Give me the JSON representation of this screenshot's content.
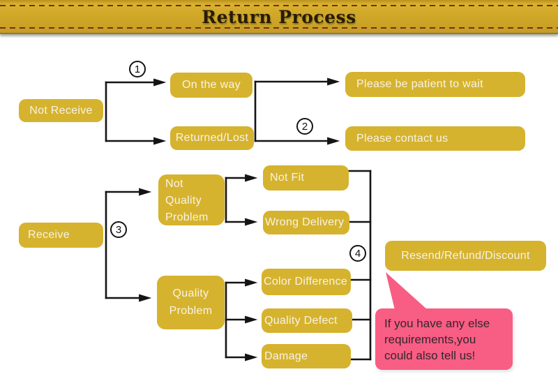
{
  "header": {
    "title": "Return Process"
  },
  "colors": {
    "banner_gold": "#d2a928",
    "box_gold": "#d6b32e",
    "dash_red": "#7c2a16",
    "pink": "#f85d84",
    "line": "#141414",
    "box_text": "#f7f3e6",
    "note_text": "#33262e",
    "title_text": "#2a1a05"
  },
  "nodes": {
    "not_receive": "Not Receive",
    "on_the_way": "On the way",
    "returned_lost": "Returned/Lost",
    "please_wait": "Please be patient to wait",
    "please_contact": "Please contact us",
    "receive": "Receive",
    "not_quality_problem": "Not Quality Problem",
    "not_fit": "Not Fit",
    "wrong_delivery": "Wrong Delivery",
    "quality_problem": "Quality Problem",
    "color_difference": "Color Difference",
    "quality_defect": "Quality Defect",
    "damage": "Damage",
    "resend_refund_discount": "Resend/Refund/Discount"
  },
  "steps": {
    "s1": "1",
    "s2": "2",
    "s3": "3",
    "s4": "4"
  },
  "note": {
    "lines": [
      "If you have any else",
      "requirements,you",
      "could also tell us!"
    ]
  }
}
